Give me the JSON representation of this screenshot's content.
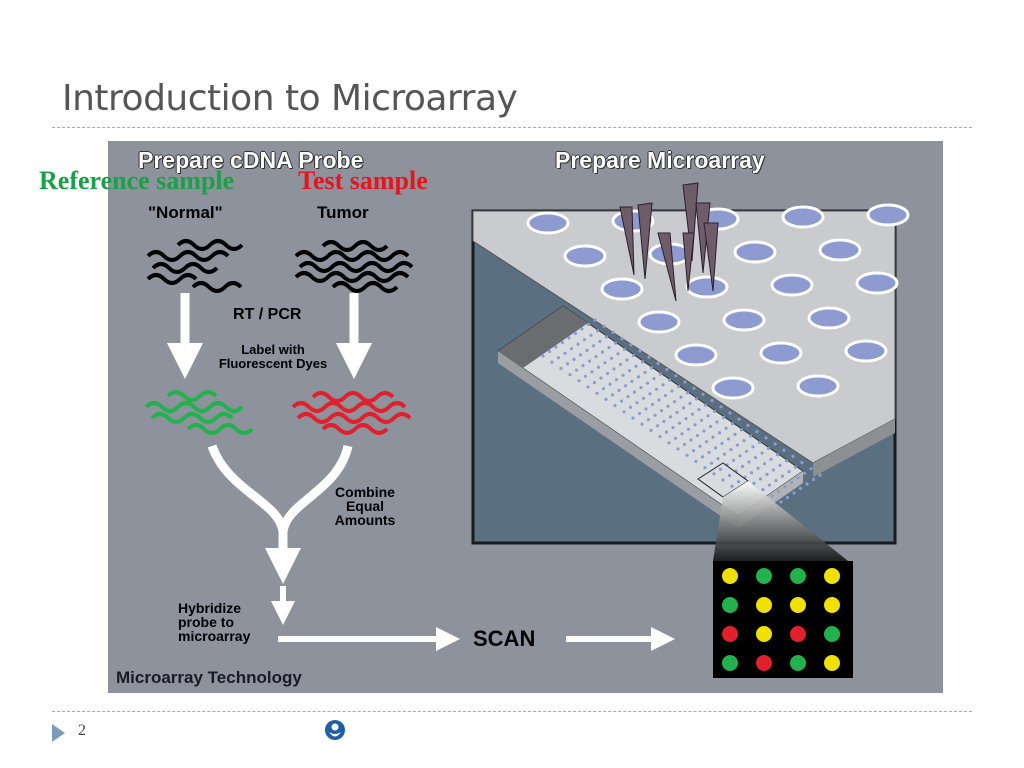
{
  "slide": {
    "title": "Introduction to Microarray",
    "page_number": "2"
  },
  "figure": {
    "left_header": "Prepare cDNA Probe",
    "right_header": "Prepare Microarray",
    "normal_label": "\"Normal\"",
    "tumor_label": "Tumor",
    "rt_pcr": "RT / PCR",
    "label_with": "Label with",
    "fluorescent_dyes": "Fluorescent Dyes",
    "combine_lines": [
      "Combine",
      "Equal",
      "Amounts"
    ],
    "hybridize_lines": [
      "Hybridize",
      "probe to",
      "microarray"
    ],
    "scan": "SCAN",
    "caption": "Microarray Technology",
    "colors": {
      "green": "#22b14c",
      "red": "#e0202a",
      "yellow": "#f0e000",
      "background": "#8e929d"
    },
    "scan_grid": [
      [
        "yellow",
        "green",
        "green",
        "yellow"
      ],
      [
        "green",
        "yellow",
        "yellow",
        "yellow"
      ],
      [
        "red",
        "yellow",
        "red",
        "green"
      ],
      [
        "green",
        "red",
        "green",
        "yellow"
      ]
    ]
  },
  "overlay": {
    "reference_sample": "Reference sample",
    "test_sample": "Test sample",
    "reference_color": "#1aa048",
    "test_color": "#e8141c"
  },
  "icons": {
    "bullet": "triangle-bullet-icon",
    "logo": "logo-icon"
  }
}
